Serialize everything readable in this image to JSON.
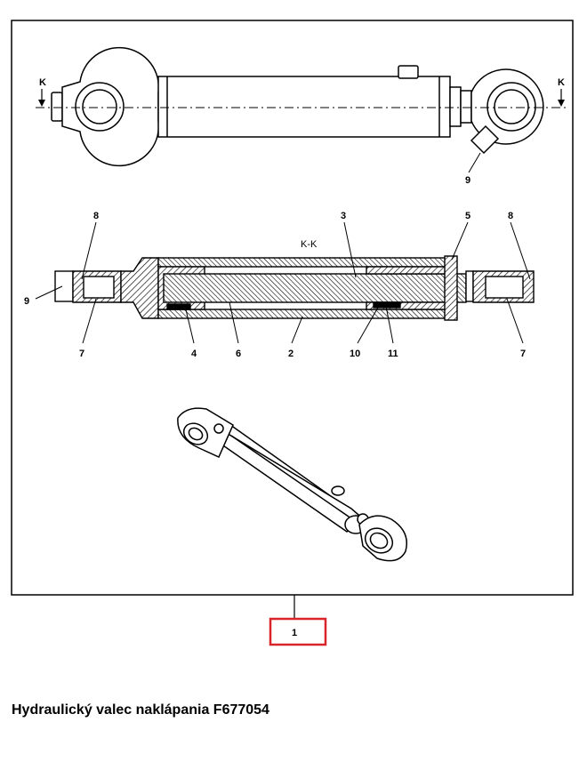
{
  "diagram": {
    "section_marker_left": "K",
    "section_marker_right": "K",
    "section_label": "K-K",
    "callouts": {
      "top_9": "9",
      "mid_8_left": "8",
      "mid_3": "3",
      "mid_5": "5",
      "mid_8_right": "8",
      "mid_9": "9",
      "bot_7_left": "7",
      "bot_4": "4",
      "bot_6": "6",
      "bot_2": "2",
      "bot_10": "10",
      "bot_11": "11",
      "bot_7_right": "7"
    },
    "assembly_ref": "1",
    "colors": {
      "highlight_box": "#d9252a",
      "line": "#000000"
    }
  },
  "caption": "Hydraulický valec naklápania F677054"
}
